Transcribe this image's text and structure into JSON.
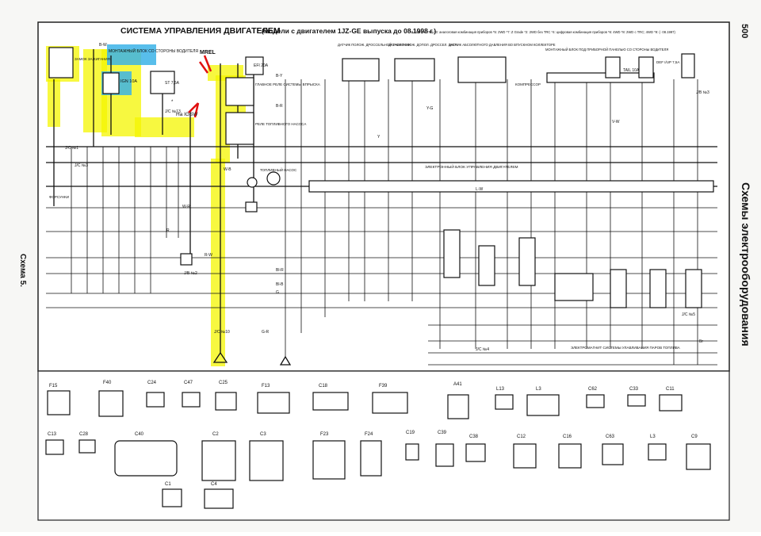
{
  "header": {
    "title": "СИСТЕМА УПРАВЛЕНИЯ ДВИГАТЕЛЕМ",
    "subtitle": "(модели с двигателем 1JZ-GE выпуска до 08.1998 г.)",
    "notes": "*1: 2WD с TRC  *3: аналоговая комбинация приборов  *5: 2WD  *7: Z Grade   *2: 2WD без TRC  *4: цифровая комбинация приборов  *6: 4WD  *8: 2WD с TRC; 4WD  *9: (- 08.1997)"
  },
  "side": {
    "page_number": "500",
    "section_title": "Схемы электрооборудования",
    "scheme_label": "Схема 5."
  },
  "annotations": {
    "mrel": "MREL",
    "to_igsw": "На IGSW"
  },
  "labels": {
    "junction_block": "МОНТАЖНЫЙ БЛОК СО СТОРОНЫ ВОДИТЕЛЯ",
    "ign_fuse": "IGN 10A",
    "st_fuse": "ST 7,5A",
    "efi_fuse": "EFI 20A",
    "main_relay": "ГЛАВНОЕ РЕЛЕ СИСТЕМЫ ВПРЫСКА",
    "fuel_relay": "РЕЛЕ ТОПЛИВНОГО НАСОСА",
    "throttle_sensor": "ДАТЧИК ПОЛОЖ. ДРОССЕЛЬНОЙ ЗАСЛОНКИ",
    "throttle_sensor_2": "ДАТЧИК ПОЛОЖ. ДОПОЛ. ДРОССЕЛ. ЗАСЛ.",
    "map_sensor": "ДАТЧИК АБСОЛЮТНОГО ДАВЛЕНИЯ ВО ВПУСКНОМ КОЛЛЕКТОРЕ",
    "ecu": "ЭЛЕКТРОННЫЙ БЛОК УПРАВЛЕНИЯ ДВИГАТЕЛЕМ",
    "instrument_block": "МОНТАЖНЫЙ БЛОК ПОД ПРИБОРНОЙ ПАНЕЛЬЮ СО СТОРОНЫ ВОДИТЕЛЯ",
    "tail_fuse": "TAIL 10A",
    "def_fuse": "DEF I/UP 7,5A",
    "ignition_switch": "ЗАМОК ЗАЖИГАНИЯ",
    "fuel_pump": "ТОПЛИВНЫЙ НАСОС",
    "evap_system": "ЭЛЕКТРОМАГНИТ СИСТЕМЫ УЛАВЛИВАНИЯ ПАРОВ ТОПЛИВА",
    "jc_no1": "J/C №1",
    "jc_no3": "J/C №3",
    "jc_no4": "J/C №4",
    "jc_no5": "J/C №5",
    "jc_no10": "J/C №10",
    "jc_no13": "J/C №13",
    "jb_no2": "J/B №2",
    "jb_no3": "J/B №3",
    "injectors": "ФОРСУНКИ",
    "compressor": "КОМПРЕССОР"
  },
  "wire_codes": [
    "B-W",
    "B-Y",
    "B-R",
    "W-B",
    "R-W",
    "Bl-R",
    "Bl-B",
    "G-R",
    "Y-G",
    "V-W",
    "L-W",
    "Br",
    "R",
    "G",
    "Y",
    "W-R"
  ],
  "connectors": [
    {
      "code": "F15",
      "color": "Tr"
    },
    {
      "code": "F40",
      "color": "Bl"
    },
    {
      "code": "C24",
      "color": "Dg"
    },
    {
      "code": "C47",
      "color": "Dg"
    },
    {
      "code": "C25",
      "color": "Dg"
    },
    {
      "code": "F13",
      "color": "Bl"
    },
    {
      "code": "C18",
      "color": "Gr"
    },
    {
      "code": "F39",
      "color": "Tr"
    },
    {
      "code": "A41",
      "color": "Tr"
    },
    {
      "code": "L13",
      "color": "Dg"
    },
    {
      "code": "L3",
      "color": "G"
    },
    {
      "code": "C62",
      "color": "B"
    },
    {
      "code": "C33",
      "color": "B"
    },
    {
      "code": "C11",
      "color": "B"
    },
    {
      "code": "C13",
      "color": "B"
    },
    {
      "code": "C28",
      "color": "B"
    },
    {
      "code": "C40",
      "color": "B"
    },
    {
      "code": "C2",
      "color": "Tr"
    },
    {
      "code": "C3",
      "color": "Tr"
    },
    {
      "code": "F23",
      "color": "Tr"
    },
    {
      "code": "F24",
      "color": "Tr"
    },
    {
      "code": "C19",
      "color": "Dg"
    },
    {
      "code": "C39",
      "color": "Dg"
    },
    {
      "code": "C38",
      "color": "Dg"
    },
    {
      "code": "C12",
      "color": "Bl"
    },
    {
      "code": "C16",
      "color": "Br"
    },
    {
      "code": "C63",
      "color": "B"
    },
    {
      "code": "L3",
      "color": "Dg"
    },
    {
      "code": "C9",
      "color": "B"
    },
    {
      "code": "C1",
      "color": "B"
    },
    {
      "code": "C4",
      "color": "Tr"
    }
  ],
  "colors": {
    "highlight": "#f4f500",
    "accent_red": "#e01010",
    "blue_box": "#3bb3e8",
    "ink": "#111111"
  }
}
